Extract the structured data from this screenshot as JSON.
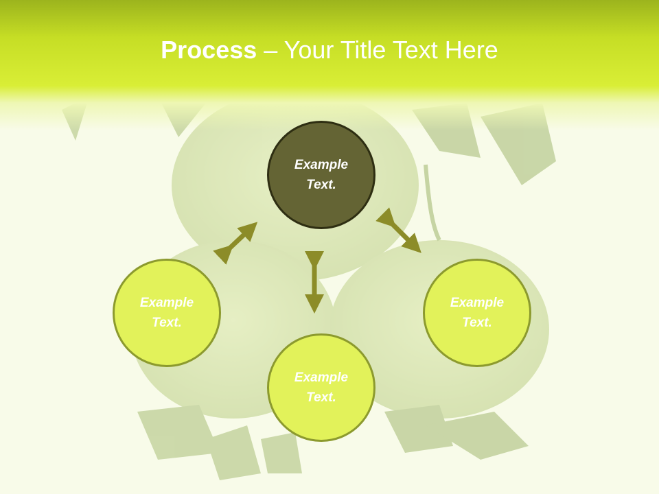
{
  "header": {
    "title_bold": "Process",
    "title_rest": " – Your Title Text Here"
  },
  "nodes": {
    "center": {
      "line1": "Example",
      "line2": "Text."
    },
    "left": {
      "line1": "Example",
      "line2": "Text."
    },
    "bottom": {
      "line1": "Example",
      "line2": "Text."
    },
    "right": {
      "line1": "Example",
      "line2": "Text."
    }
  },
  "colors": {
    "header_top": "#9cb41d",
    "header_bottom": "#d9ee36",
    "center_fill": "#646434",
    "side_fill": "#e2f25a",
    "arrow": "#8c8c28"
  },
  "icons": [
    "double-arrow-icon"
  ]
}
